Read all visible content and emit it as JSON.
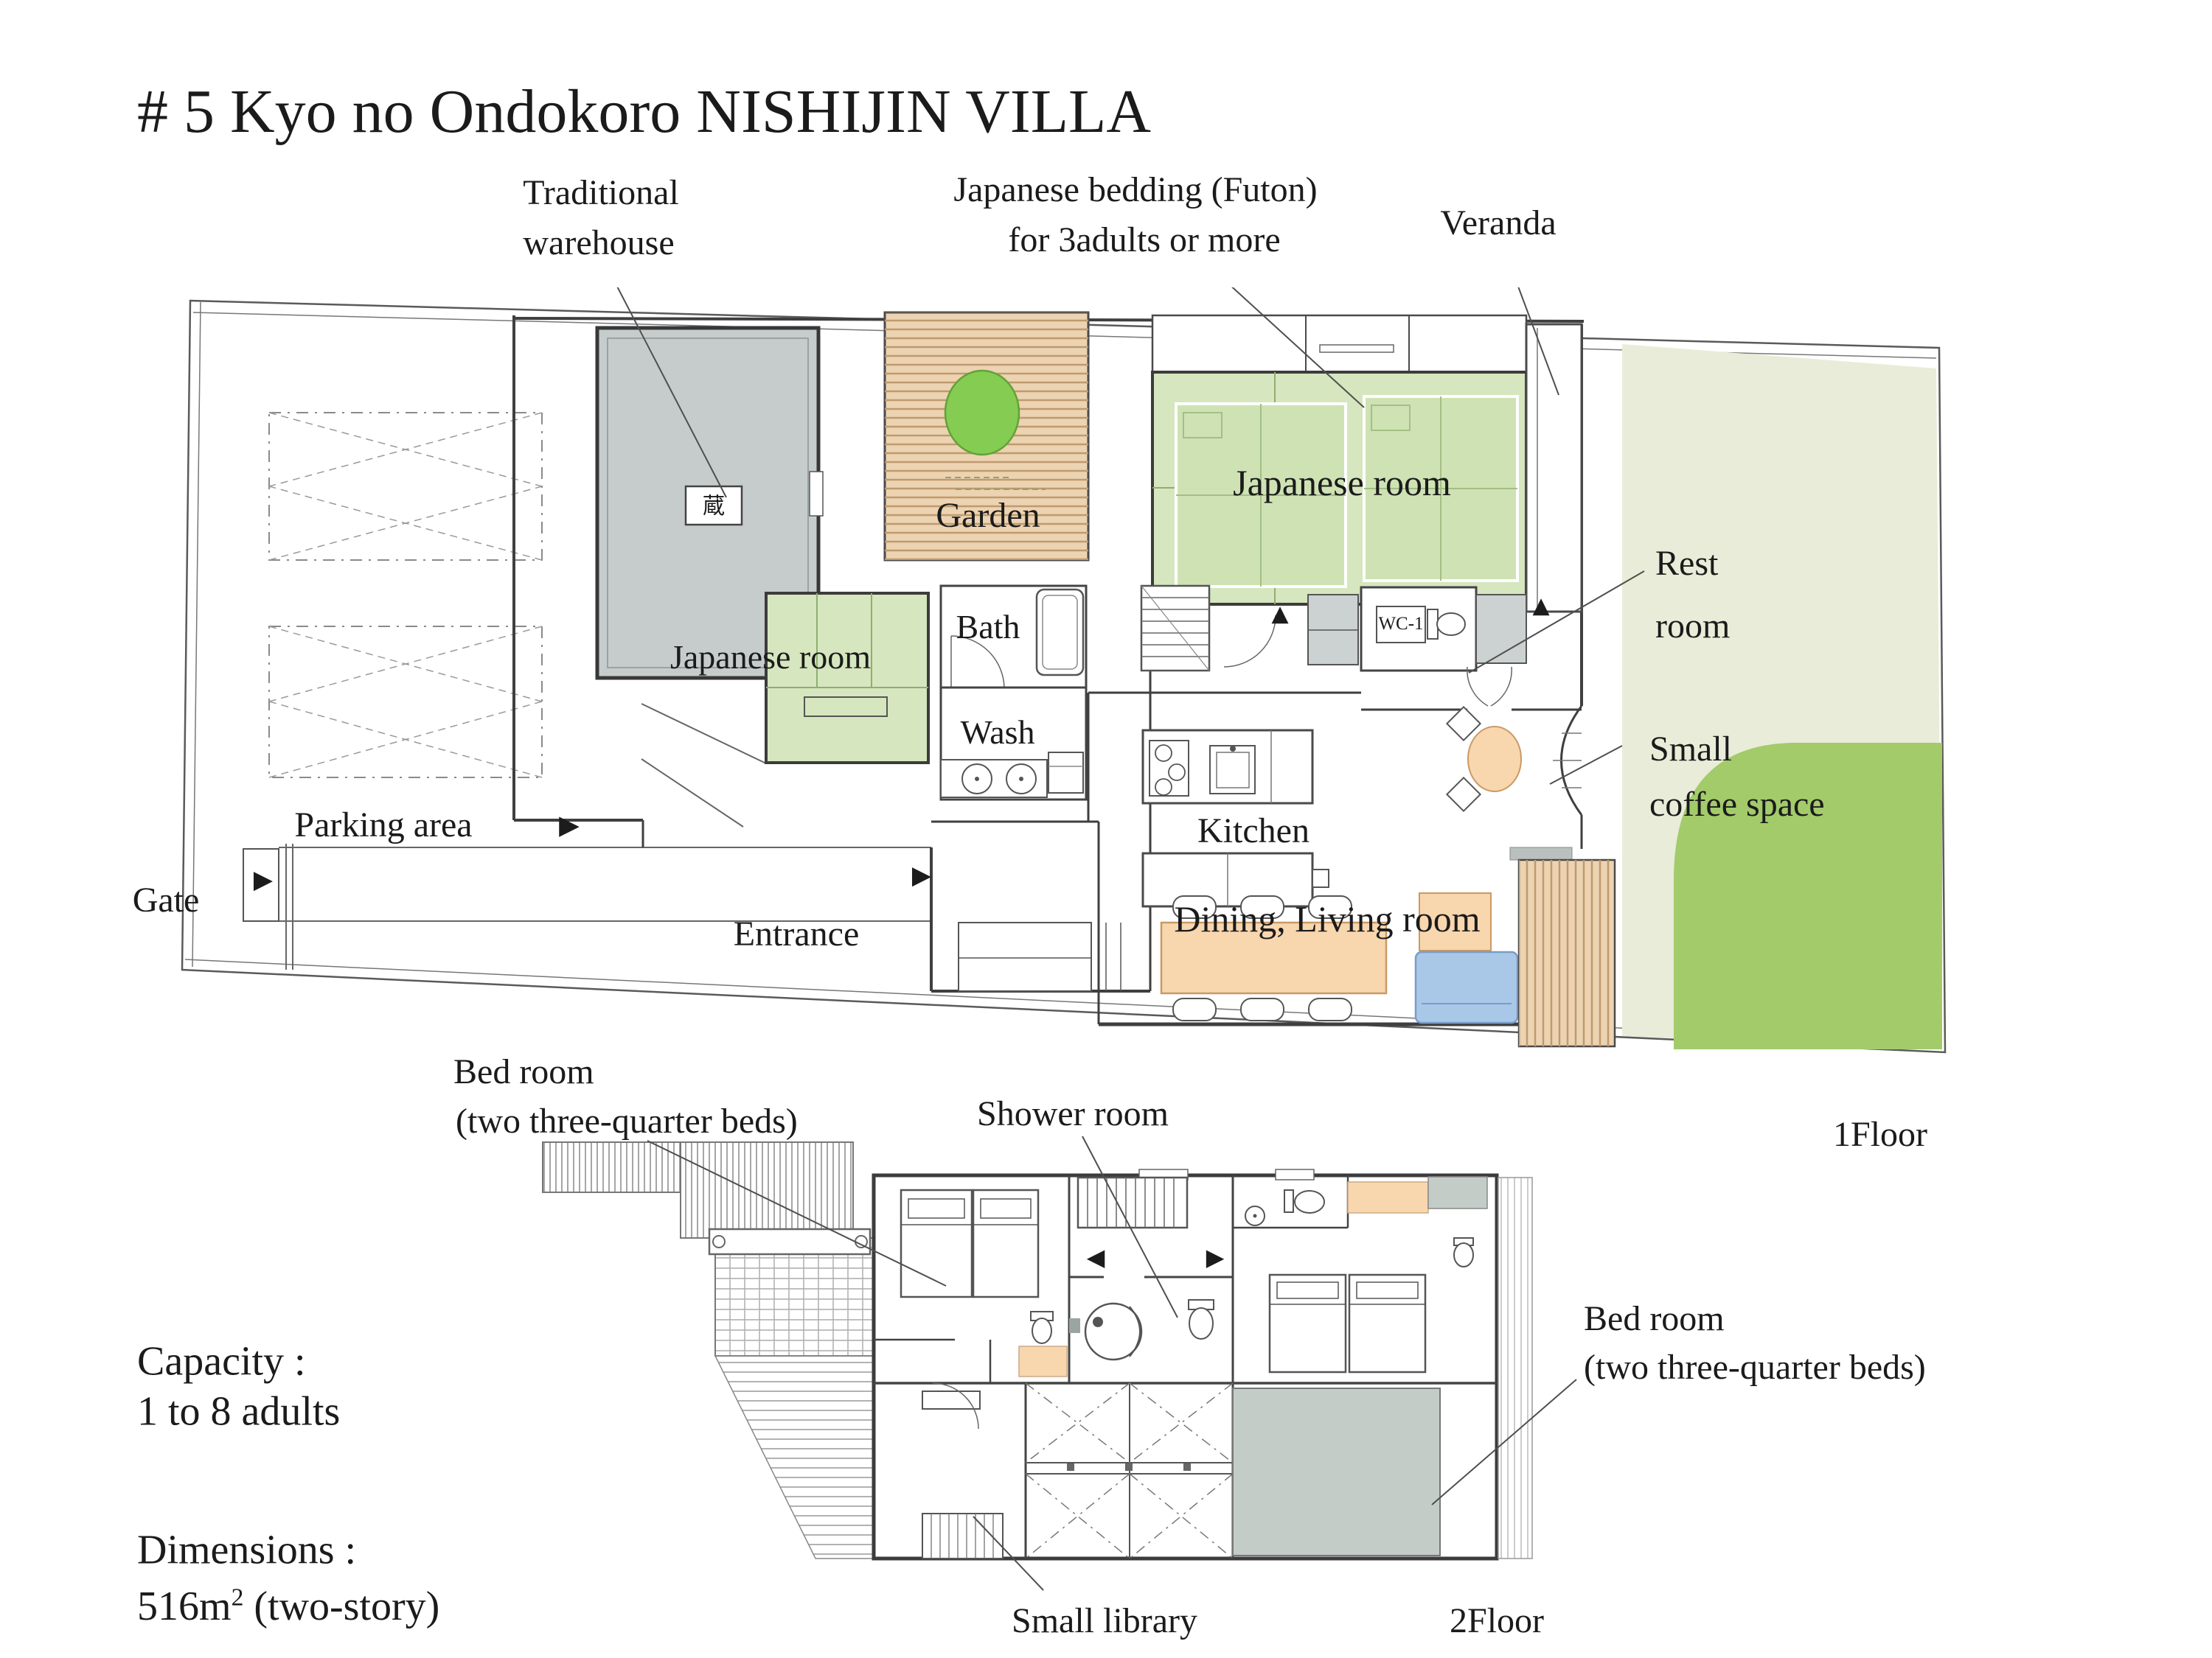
{
  "title": "# 5 Kyo no Ondokoro NISHIJIN VILLA",
  "f1": {
    "tag": "1Floor",
    "warehouse1": "Traditional",
    "warehouse2": "warehouse",
    "futon1": "Japanese bedding (Futon)",
    "futon2": "for 3adults or more",
    "veranda": "Veranda",
    "garden": "Garden",
    "jp_main": "Japanese room",
    "jp_small": "Japanese room",
    "bath": "Bath",
    "wash": "Wash",
    "kitchen": "Kitchen",
    "rest1": "Rest",
    "rest2": "room",
    "coffee1": "Small",
    "coffee2": "coffee space",
    "parking": "Parking area",
    "gate": "Gate",
    "entrance": "Entrance",
    "dining": "Dining, Living room",
    "wc": "WC-1",
    "kura": "蔵"
  },
  "f2": {
    "tag": "2Floor",
    "bedl1": "Bed room",
    "bedl2": "(two three-quarter beds)",
    "bedr1": "Bed room",
    "bedr2": "(two three-quarter beds)",
    "shower": "Shower room",
    "library": "Small library"
  },
  "info": {
    "capacity_label": "Capacity :",
    "capacity_value": "1 to 8 adults",
    "dimensions_label": "Dimensions :",
    "dim_num": "516m",
    "dim_sup": "2",
    "dim_rest": " (two-story)"
  },
  "symbols": {
    "right": "▶",
    "left": "◀",
    "up": "▲"
  },
  "colors": {
    "tatami": "#d6e6bf",
    "futon": "#cfe2b4",
    "lawn": "#e9ecd8",
    "lawn_accent": "#a3cb6a",
    "tree": "#85cc52",
    "deck": "#ecd3b2",
    "warehouse": "#c6cccb",
    "balcony": "#c4ccc8",
    "peach": "#f8d6ae",
    "sofa": "#a9c8e8"
  }
}
